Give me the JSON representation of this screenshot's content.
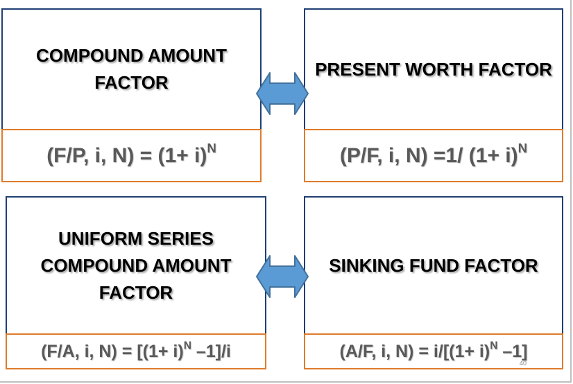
{
  "colors": {
    "box_border": "#1f3f73",
    "formula_border": "#e07b2a",
    "formula_text": "#595959",
    "arrow_fill": "#5b9bd5",
    "arrow_stroke": "#41719c"
  },
  "icons": [
    "double-arrow-icon",
    "double-arrow-icon"
  ],
  "factors": [
    {
      "title": "COMPOUND AMOUNT\nFACTOR",
      "formula": {
        "before": "(F/P, i, N) = (1+ i)",
        "exp": "N",
        "after": ""
      }
    },
    {
      "title": "PRESENT WORTH FACTOR",
      "formula": {
        "before": "(P/F, i, N) =1/ (1+ i)",
        "exp": "N",
        "after": ""
      }
    },
    {
      "title": "UNIFORM SERIES\nCOMPOUND AMOUNT\nFACTOR",
      "formula": {
        "before": "(F/A, i, N) = [(1+ i)",
        "exp": "N",
        "after": " –1]/i"
      }
    },
    {
      "title": "SINKING FUND FACTOR",
      "formula": {
        "before": "(A/F, i, N) = i/[(1+ i)",
        "exp": "N",
        "after": " –1]"
      }
    }
  ],
  "page_number": "40"
}
